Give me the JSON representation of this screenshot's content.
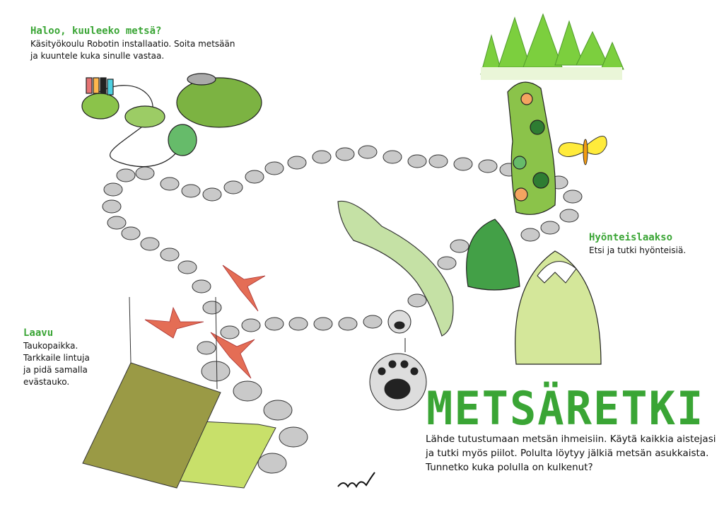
{
  "title": "METSÄRETKI",
  "intro": "Lähde tutustumaan metsän ihmeisiin. Käytä kaikkia aistejasi ja tutki myös piilot. Polulta löytyy jälkiä metsän asukkaista. Tunnetko kuka polulla on kulkenut?",
  "stations": {
    "haloo": {
      "heading": "Haloo, kuuleeko metsä?",
      "text": "Käsityökoulu Robotin installaatio. Soita metsään ja kuuntele kuka sinulle vastaa."
    },
    "hyonteis": {
      "heading": "Hyönteislaakso",
      "text": "Etsi ja tutki hyönteisiä."
    },
    "laavu": {
      "heading": "Laavu",
      "text": "Taukopaikka. Tarkkaile lintuja ja pidä samalla evästauko."
    }
  },
  "colors": {
    "accent": "#3aa535",
    "stone": "#c9c9c9",
    "bird": "#e46d55",
    "moss": "#9a9a45"
  }
}
